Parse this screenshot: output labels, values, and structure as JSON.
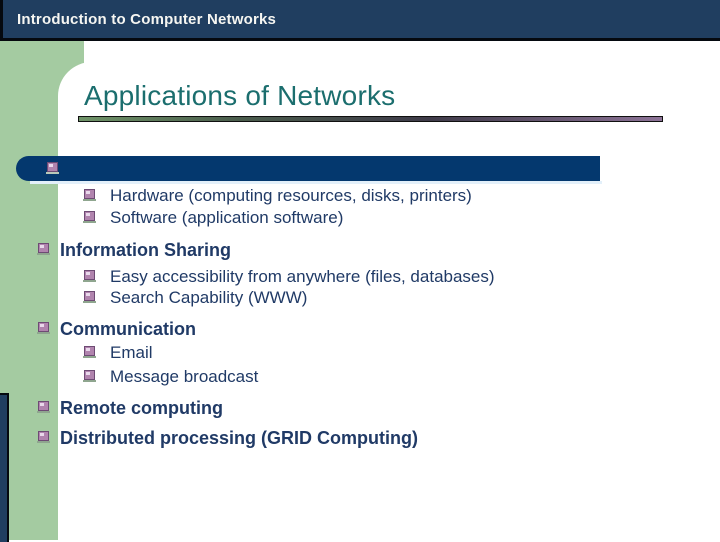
{
  "header": {
    "title": "Introduction to Computer Networks"
  },
  "slide": {
    "title": "Applications of Networks",
    "bullets": [
      {
        "level": 1,
        "text": "",
        "highlighted": true
      },
      {
        "level": 2,
        "text": "Hardware (computing resources, disks, printers)"
      },
      {
        "level": 2,
        "text": "Software (application software)"
      },
      {
        "level": 1,
        "text": "Information Sharing",
        "bold": true
      },
      {
        "level": 2,
        "text": "Easy accessibility from anywhere (files, databases)"
      },
      {
        "level": 2,
        "text": "Search Capability (WWW)"
      },
      {
        "level": 1,
        "text": "Communication",
        "bold": true
      },
      {
        "level": 2,
        "text": "Email"
      },
      {
        "level": 2,
        "text": "Message broadcast"
      },
      {
        "level": 1,
        "text": "Remote computing",
        "bold": true
      },
      {
        "level": 1,
        "text": "Distributed processing (GRID Computing)",
        "bold": true
      }
    ],
    "bullet_icon": "monitor-icon"
  },
  "colors": {
    "header_bar": "#203E60",
    "highlight_bar": "#04386E",
    "side_panel_green": "#A4CBA1",
    "title_teal": "#1B6E6E",
    "body_text": "#203A66",
    "bullet_icon_purple": "#B184AE"
  }
}
